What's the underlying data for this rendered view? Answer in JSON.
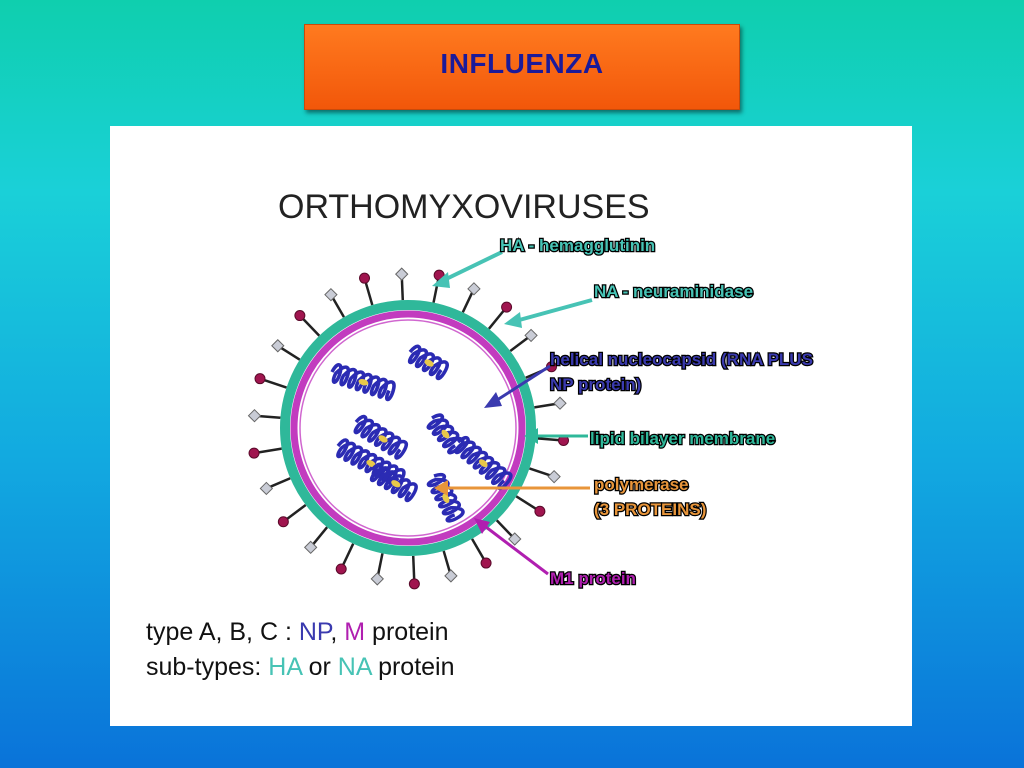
{
  "slide": {
    "title": "INFLUENZA"
  },
  "diagram": {
    "heading": "ORTHOMYXOVIRUSES",
    "labels": {
      "ha": "HA - hemagglutinin",
      "na": "NA - neuraminidase",
      "nucleocapsid_1": "helical nucleocapsid (RNA PLUS",
      "nucleocapsid_2": "NP protein)",
      "lipid": "lipid bilayer membrane",
      "polymerase_1": "polymerase",
      "polymerase_2": "(3 PROTEINS)",
      "m1": "M1 protein"
    },
    "colors": {
      "ha": "#47c3b5",
      "na": "#47c3b5",
      "nucleocapsid": "#3a3aaf",
      "lipid": "#2fb89a",
      "polymerase": "#e8953a",
      "m1": "#b01fb0",
      "membrane_outer": "#2fb89a",
      "membrane_inner": "#c23bbf",
      "rna": "#2b2bb3",
      "polymerase_dot": "#e8c84a"
    }
  },
  "footer": {
    "line1": {
      "prefix": "type A, B, C : ",
      "np": "NP",
      "sep": ", ",
      "m": "M",
      "suffix": " protein"
    },
    "line2": {
      "prefix": "sub-types: ",
      "ha": "HA",
      "or": " or ",
      "na": "NA",
      "suffix": " protein"
    }
  }
}
